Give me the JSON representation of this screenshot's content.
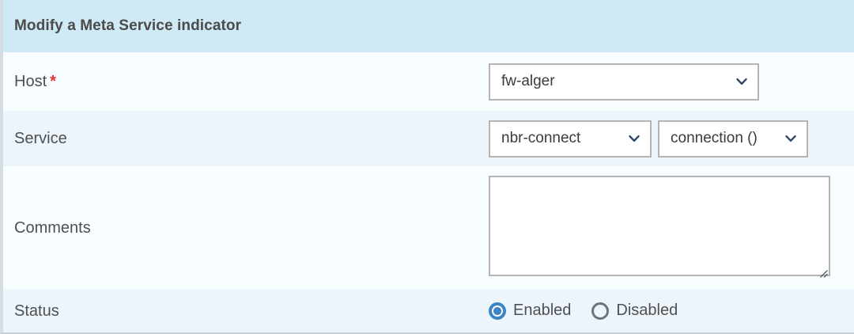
{
  "header": {
    "title": "Modify a Meta Service indicator"
  },
  "rows": {
    "host": {
      "label": "Host",
      "required_marker": "*",
      "select_value": "fw-alger",
      "chevron_icon": "chevron-down-icon"
    },
    "service": {
      "label": "Service",
      "service_value": "nbr-connect",
      "metric_value": "connection ()",
      "chevron_icon": "chevron-down-icon"
    },
    "comments": {
      "label": "Comments",
      "value": "",
      "placeholder": "",
      "resize_icon": "resize-grip-icon"
    },
    "status": {
      "label": "Status",
      "options": [
        {
          "label": "Enabled",
          "selected": true
        },
        {
          "label": "Disabled",
          "selected": false
        }
      ]
    }
  },
  "colors": {
    "header_bg": "#cfe9f5",
    "row_light": "#f8fdff",
    "row_tint": "#edf5fc",
    "required_red": "#e8303a",
    "radio_selected_blue": "#3b85c4",
    "radio_unselected_gray": "#6e7479",
    "chevron_navy": "#2c4566",
    "field_border": "#b4b4b4",
    "text": "#4f4f4f"
  }
}
